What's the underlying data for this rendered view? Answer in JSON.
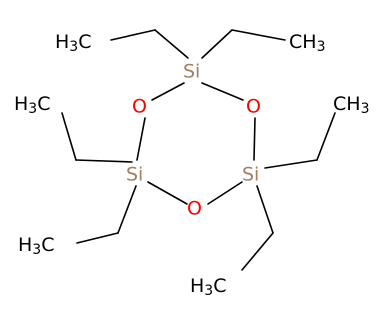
{
  "molecule": {
    "colors": {
      "bond": "#000000",
      "carbon": "#000000",
      "silicon": "#a08060",
      "oxygen": "#ff0000"
    },
    "atoms": {
      "si_top": "Si",
      "si_left": "Si",
      "si_right": "Si",
      "o_left": "O",
      "o_right": "O",
      "o_bottom": "O"
    },
    "methyl_groups": {
      "top_left": {
        "element": "H",
        "count": "3",
        "carbon": "C"
      },
      "top_right": {
        "element": "C",
        "carbon": "H",
        "count": "3"
      },
      "left": {
        "element": "H",
        "count": "3",
        "carbon": "C"
      },
      "right": {
        "element": "C",
        "carbon": "H",
        "count": "3"
      },
      "bottom_left": {
        "element": "H",
        "count": "3",
        "carbon": "C"
      },
      "bottom_right": {
        "element": "H",
        "count": "3",
        "carbon": "C"
      }
    }
  }
}
